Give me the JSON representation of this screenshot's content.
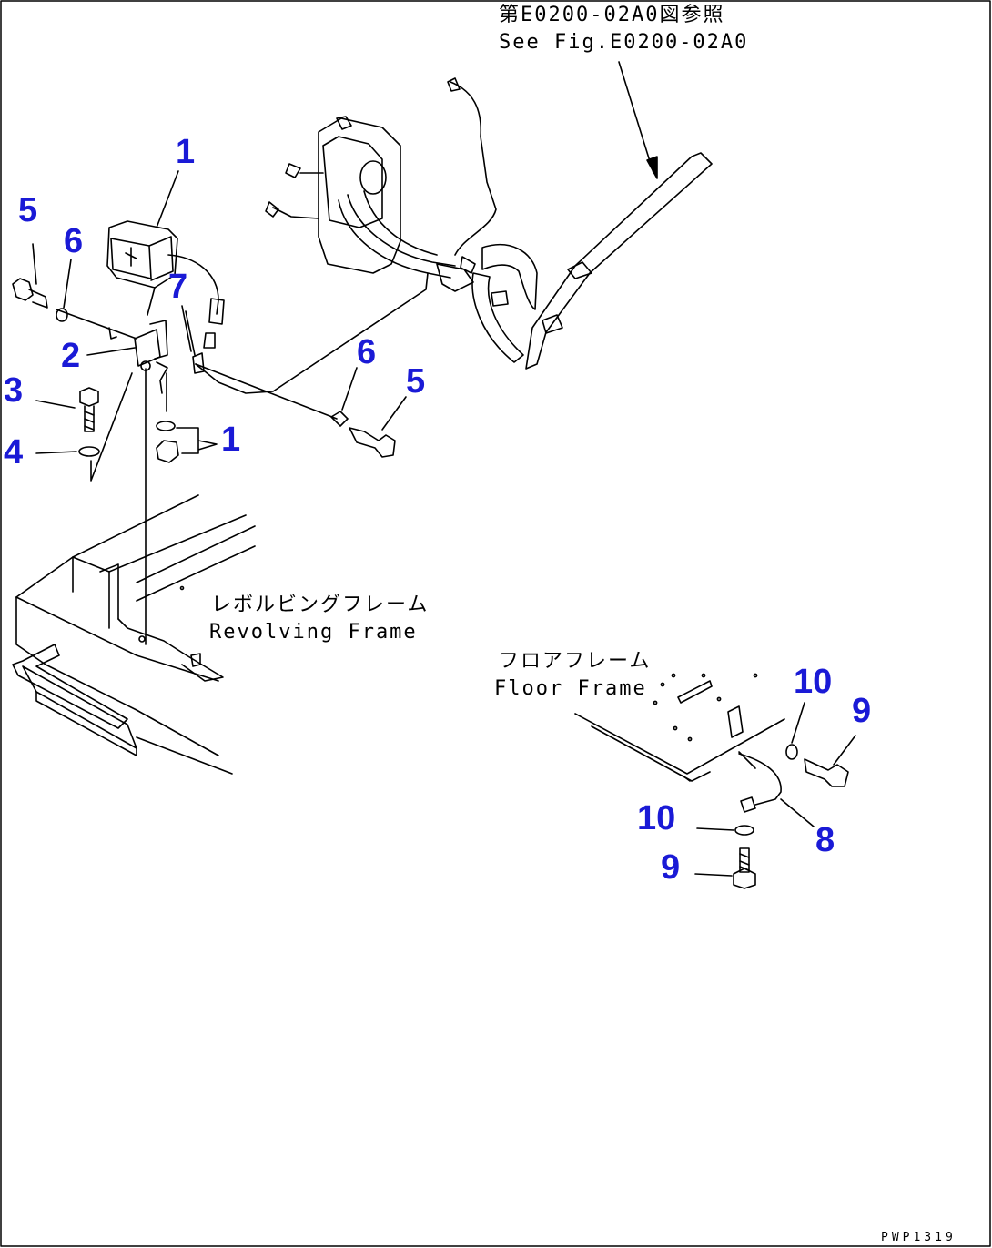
{
  "reference": {
    "ja": "第E0200-02A0図参照",
    "en": "See Fig.E0200-02A0"
  },
  "labels": {
    "revolving_frame_ja": "レボルビングフレーム",
    "revolving_frame_en": "Revolving Frame",
    "floor_frame_ja": "フロアフレーム",
    "floor_frame_en": "Floor Frame"
  },
  "callouts": {
    "c1_top": "1",
    "c1_bottom": "1",
    "c2": "2",
    "c3": "3",
    "c4": "4",
    "c5_left": "5",
    "c5_right": "5",
    "c6_left": "6",
    "c6_right": "6",
    "c7": "7",
    "c8": "8",
    "c9_top": "9",
    "c9_bottom": "9",
    "c10_top": "10",
    "c10_bottom": "10"
  },
  "document_id": "PWP1319",
  "colors": {
    "callout": "#1a1ad6",
    "line": "#000000",
    "background": "#ffffff"
  }
}
